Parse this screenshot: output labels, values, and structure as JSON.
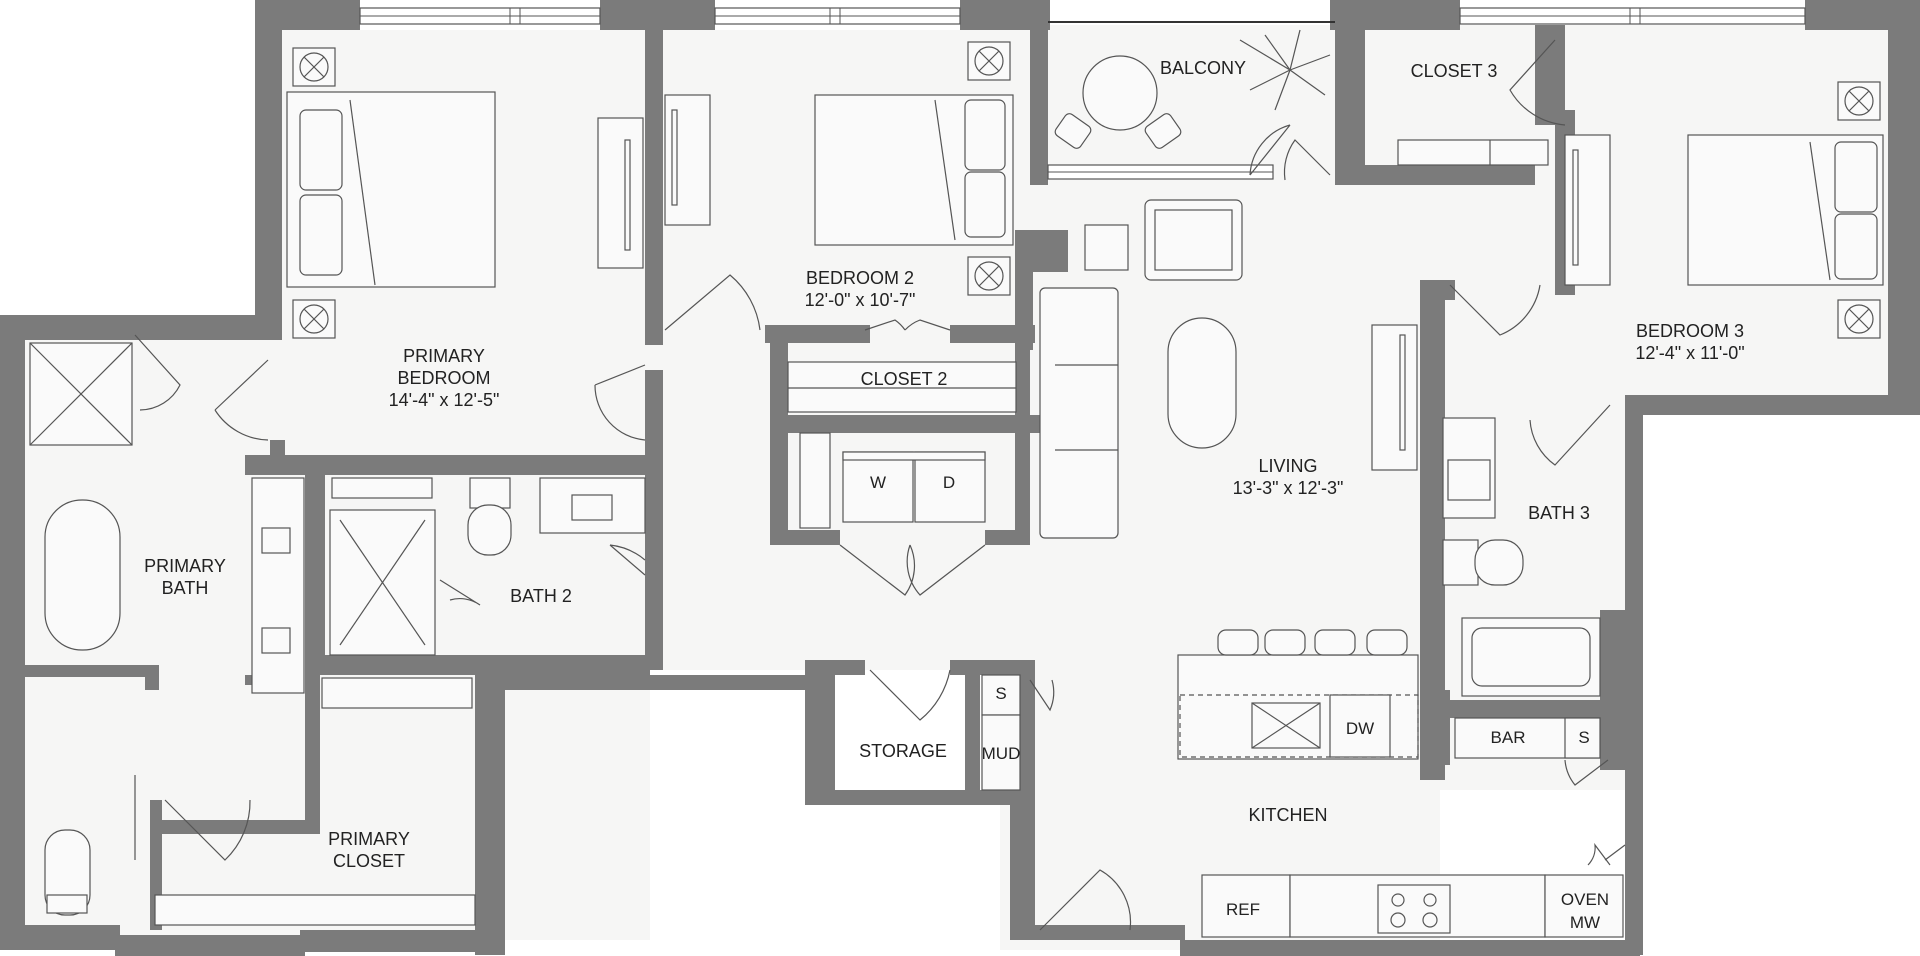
{
  "colors": {
    "wall": "#7b7b7b",
    "floor": "#f6f6f5",
    "background": "#ffffff",
    "line": "#555555",
    "text": "#222222"
  },
  "rooms": {
    "primary_bedroom": {
      "name_line1": "PRIMARY",
      "name_line2": "BEDROOM",
      "dimensions": "14'-4\" x 12'-5\""
    },
    "bedroom_2": {
      "name": "BEDROOM 2",
      "dimensions": "12'-0\" x 10'-7\""
    },
    "bedroom_3": {
      "name": "BEDROOM 3",
      "dimensions": "12'-4\" x 11'-0\""
    },
    "living": {
      "name": "LIVING",
      "dimensions": "13'-3\" x 12'-3\""
    },
    "balcony": {
      "name": "BALCONY"
    },
    "closet_2": {
      "name": "CLOSET 2"
    },
    "closet_3": {
      "name": "CLOSET 3"
    },
    "primary_bath": {
      "name_line1": "PRIMARY",
      "name_line2": "BATH"
    },
    "bath_2": {
      "name": "BATH 2"
    },
    "bath_3": {
      "name": "BATH 3"
    },
    "primary_closet": {
      "name_line1": "PRIMARY",
      "name_line2": "CLOSET"
    },
    "storage": {
      "name": "STORAGE"
    },
    "mud": {
      "name": "MUD"
    },
    "kitchen": {
      "name": "KITCHEN"
    }
  },
  "appliances": {
    "washer": "W",
    "dryer": "D",
    "dishwasher": "DW",
    "refrigerator": "REF",
    "oven_line1": "OVEN",
    "oven_line2": "MW",
    "bar": "BAR",
    "bar_sink": "S",
    "mud_sink": "S"
  }
}
